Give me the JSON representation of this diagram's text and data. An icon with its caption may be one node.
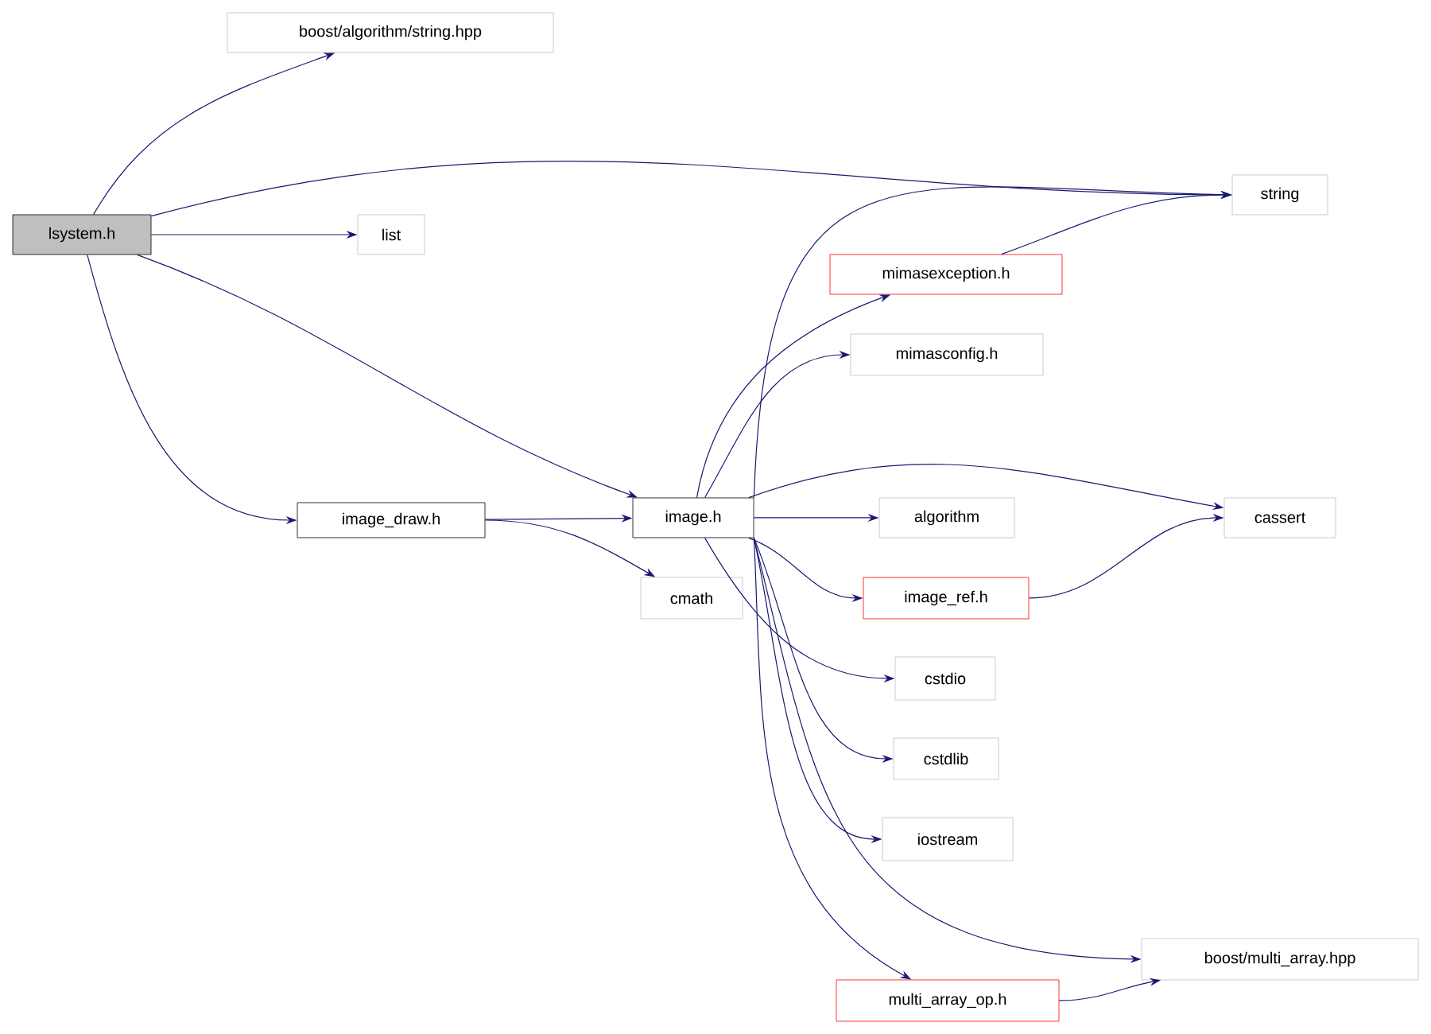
{
  "diagram": {
    "nodes": [
      {
        "text": [
          "lsystem.h"
        ]
      },
      {
        "text": [
          "boost/algorithm/string.hpp"
        ]
      },
      {
        "text": [
          "list"
        ]
      },
      {
        "text": [
          "string"
        ]
      },
      {
        "text": [
          "image_draw.h"
        ]
      },
      {
        "text": [
          "image.h"
        ]
      },
      {
        "text": [
          "cmath"
        ]
      },
      {
        "text": [
          "mimasexception.h"
        ]
      },
      {
        "text": [
          "mimasconfig.h"
        ]
      },
      {
        "text": [
          "algorithm"
        ]
      },
      {
        "text": [
          "cassert"
        ]
      },
      {
        "text": [
          "image_ref.h"
        ]
      },
      {
        "text": [
          "cstdio"
        ]
      },
      {
        "text": [
          "cstdlib"
        ]
      },
      {
        "text": [
          "iostream"
        ]
      },
      {
        "text": [
          "boost/multi_array.hpp"
        ]
      },
      {
        "text": [
          "multi_array_op.h"
        ]
      }
    ],
    "edges": [
      {
        "from": 0,
        "to": 1,
        "arrow": "to"
      },
      {
        "from": 0,
        "to": 3,
        "arrow": "to"
      },
      {
        "from": 0,
        "to": 2,
        "arrow": "to"
      },
      {
        "from": 0,
        "to": 5,
        "arrow": "to"
      },
      {
        "from": 0,
        "to": 4,
        "arrow": "to"
      },
      {
        "from": 4,
        "to": 5,
        "arrow": "to"
      },
      {
        "from": 4,
        "to": 6,
        "arrow": "to"
      },
      {
        "from": 5,
        "to": 7,
        "arrow": "to"
      },
      {
        "from": 5,
        "to": 3,
        "arrow": "to"
      },
      {
        "from": 5,
        "to": 8,
        "arrow": "to"
      },
      {
        "from": 5,
        "to": 10,
        "arrow": "to"
      },
      {
        "from": 5,
        "to": 9,
        "arrow": "to"
      },
      {
        "from": 5,
        "to": 11,
        "arrow": "to"
      },
      {
        "from": 5,
        "to": 12,
        "arrow": "to"
      },
      {
        "from": 5,
        "to": 13,
        "arrow": "to"
      },
      {
        "from": 5,
        "to": 14,
        "arrow": "to"
      },
      {
        "from": 5,
        "to": 15,
        "arrow": "to"
      },
      {
        "from": 5,
        "to": 16,
        "arrow": "to"
      },
      {
        "from": 7,
        "to": 3,
        "arrow": "to"
      },
      {
        "from": 11,
        "to": 10,
        "arrow": "to"
      },
      {
        "from": 16,
        "to": 15,
        "arrow": "to"
      }
    ]
  }
}
